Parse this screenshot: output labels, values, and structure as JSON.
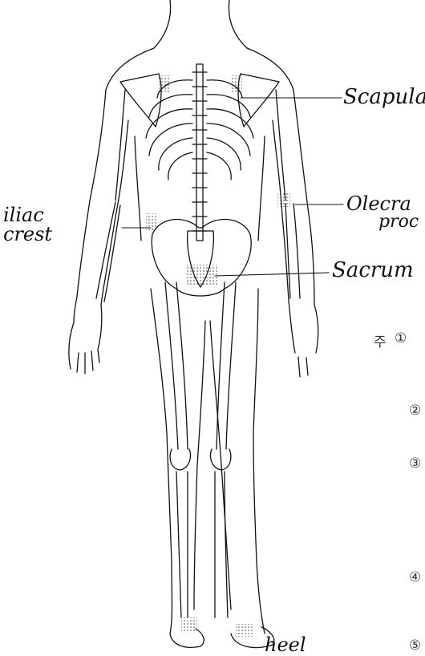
{
  "labels": {
    "scapula": "Scapula",
    "olecranon_line1": "Olecra",
    "olecranon_line2": "proc",
    "iliac_line1": "iliac",
    "iliac_line2": "crest",
    "sacrum": "Sacrum",
    "heel": "heel"
  },
  "notes": {
    "prefix": "주",
    "items": [
      "①",
      "②",
      "③",
      "④",
      "⑤"
    ]
  },
  "colors": {
    "ink": "#111111",
    "stipple": "#555555",
    "background": "#ffffff"
  }
}
